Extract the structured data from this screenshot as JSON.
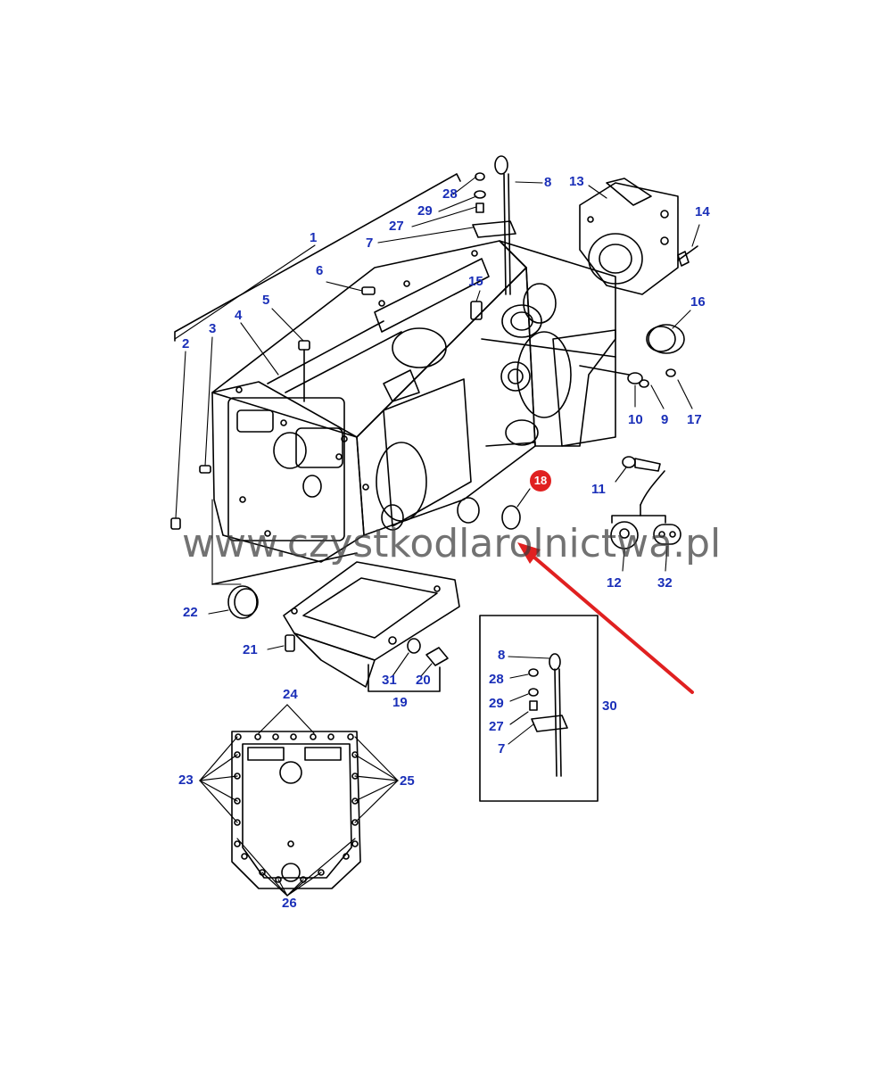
{
  "diagram": {
    "callouts": {
      "c1": "1",
      "c2": "2",
      "c3": "3",
      "c4": "4",
      "c5": "5",
      "c6": "6",
      "c7": "7",
      "c7b": "7",
      "c8": "8",
      "c8b": "8",
      "c9": "9",
      "c10": "10",
      "c11": "11",
      "c12": "12",
      "c13": "13",
      "c14": "14",
      "c15": "15",
      "c16": "16",
      "c17": "17",
      "c18": "18",
      "c19": "19",
      "c20": "20",
      "c21": "21",
      "c22": "22",
      "c23": "23",
      "c24": "24",
      "c25": "25",
      "c26": "26",
      "c27": "27",
      "c27b": "27",
      "c28": "28",
      "c28b": "28",
      "c29": "29",
      "c29b": "29",
      "c30": "30",
      "c31": "31",
      "c32": "32"
    },
    "highlighted_part": "18",
    "watermark": "www.czystkodlarolnictwa.pl"
  },
  "colors": {
    "callout_text": "#1a2fb8",
    "highlight_badge": "#e02020",
    "pointer_arrow": "#e02020",
    "line_art": "#000000"
  }
}
